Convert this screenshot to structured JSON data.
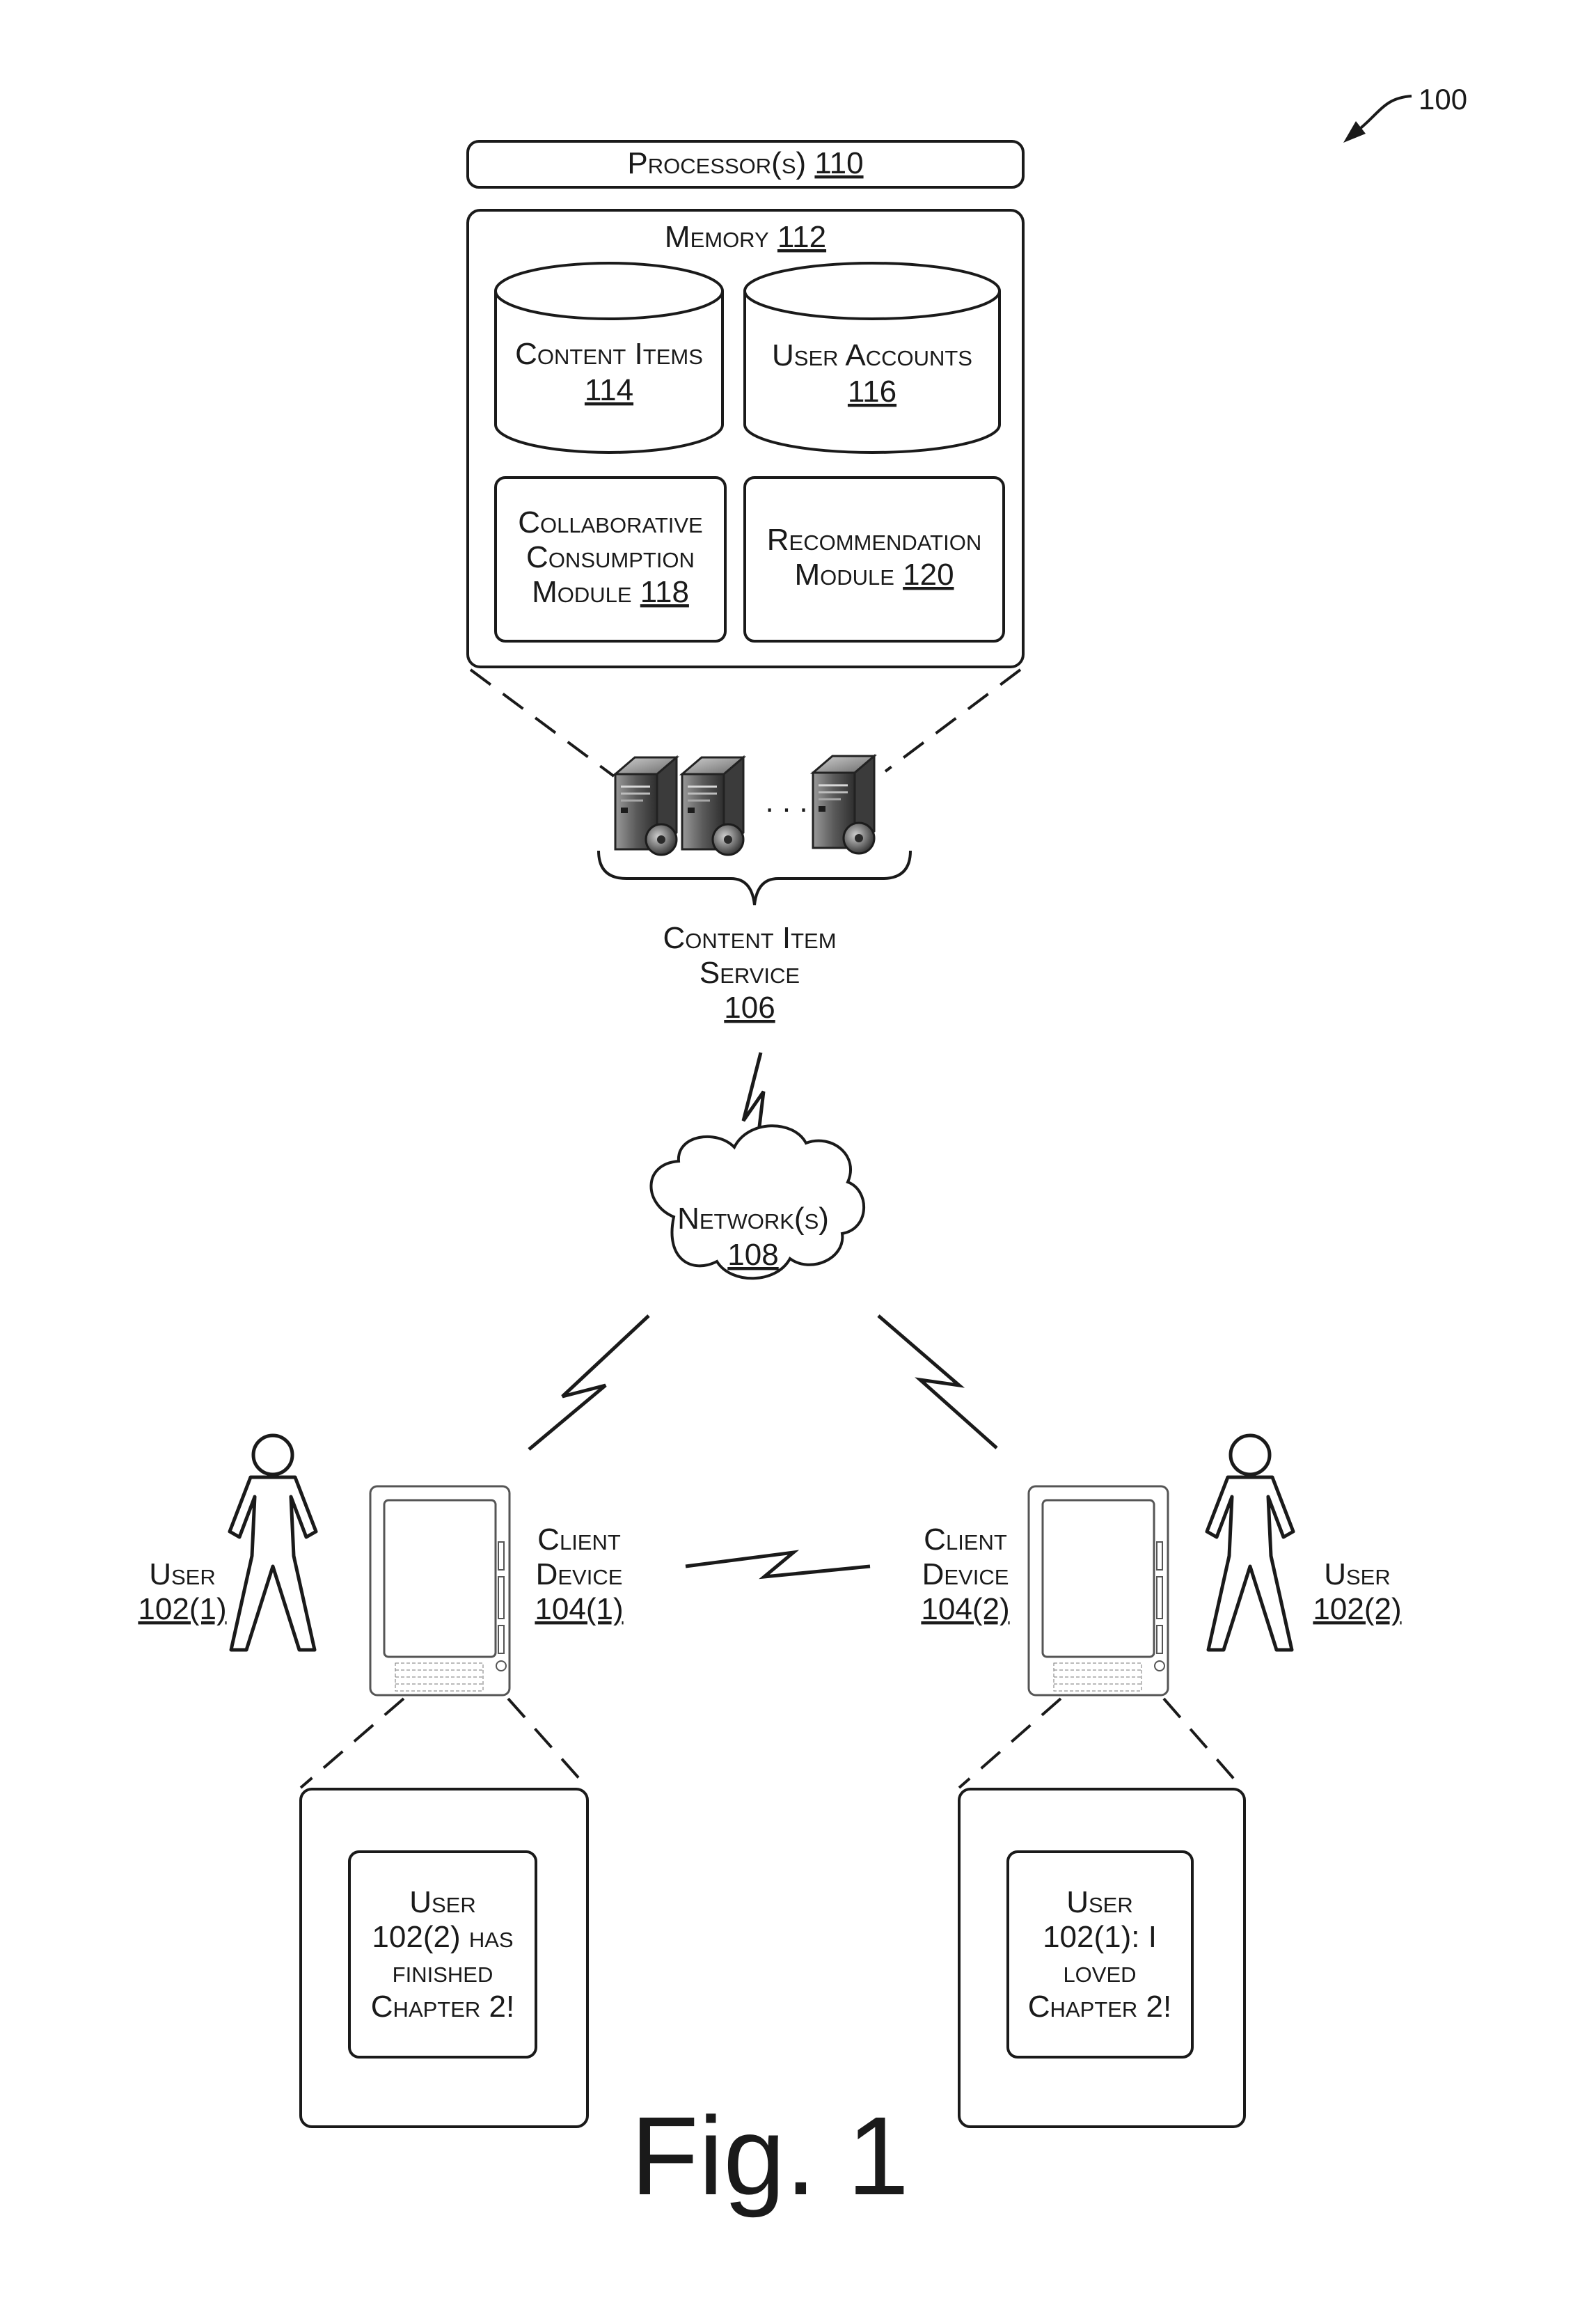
{
  "ref_number": "100",
  "processor": {
    "text": "Processor(s) ",
    "ref": "110"
  },
  "memory": {
    "text": "Memory ",
    "ref": "112"
  },
  "content_items": {
    "line1": "Content Items",
    "ref": "114"
  },
  "user_accounts": {
    "line1": "User Accounts",
    "ref": "116"
  },
  "collab_module": {
    "line1": "Collaborative",
    "line2": "Consumption",
    "line3": "Module ",
    "ref": "118"
  },
  "recommendation_module": {
    "line1": "Recommendation",
    "line2": "Module ",
    "ref": "120"
  },
  "ellipsis": ". . .",
  "content_item_service": {
    "line1": "Content Item",
    "line2": "Service",
    "ref": "106"
  },
  "network": {
    "line1": "Network(s)",
    "ref": "108"
  },
  "user_left": {
    "line1": "User",
    "line2": "102(1)"
  },
  "user_right": {
    "line1": "User",
    "line2": "102(2)"
  },
  "device_left": {
    "line1": "Client",
    "line2": "Device",
    "line3": "104(1)"
  },
  "device_right": {
    "line1": "Client",
    "line2": "Device",
    "line3": "104(2)"
  },
  "message_left": {
    "line1": "User",
    "line2": "102(2) has",
    "line3": "finished",
    "line4": "Chapter 2!"
  },
  "message_right": {
    "line1": "User",
    "line2": "102(1): I",
    "line3": "loved",
    "line4": "Chapter 2!"
  },
  "figure_label": "Fig. 1"
}
